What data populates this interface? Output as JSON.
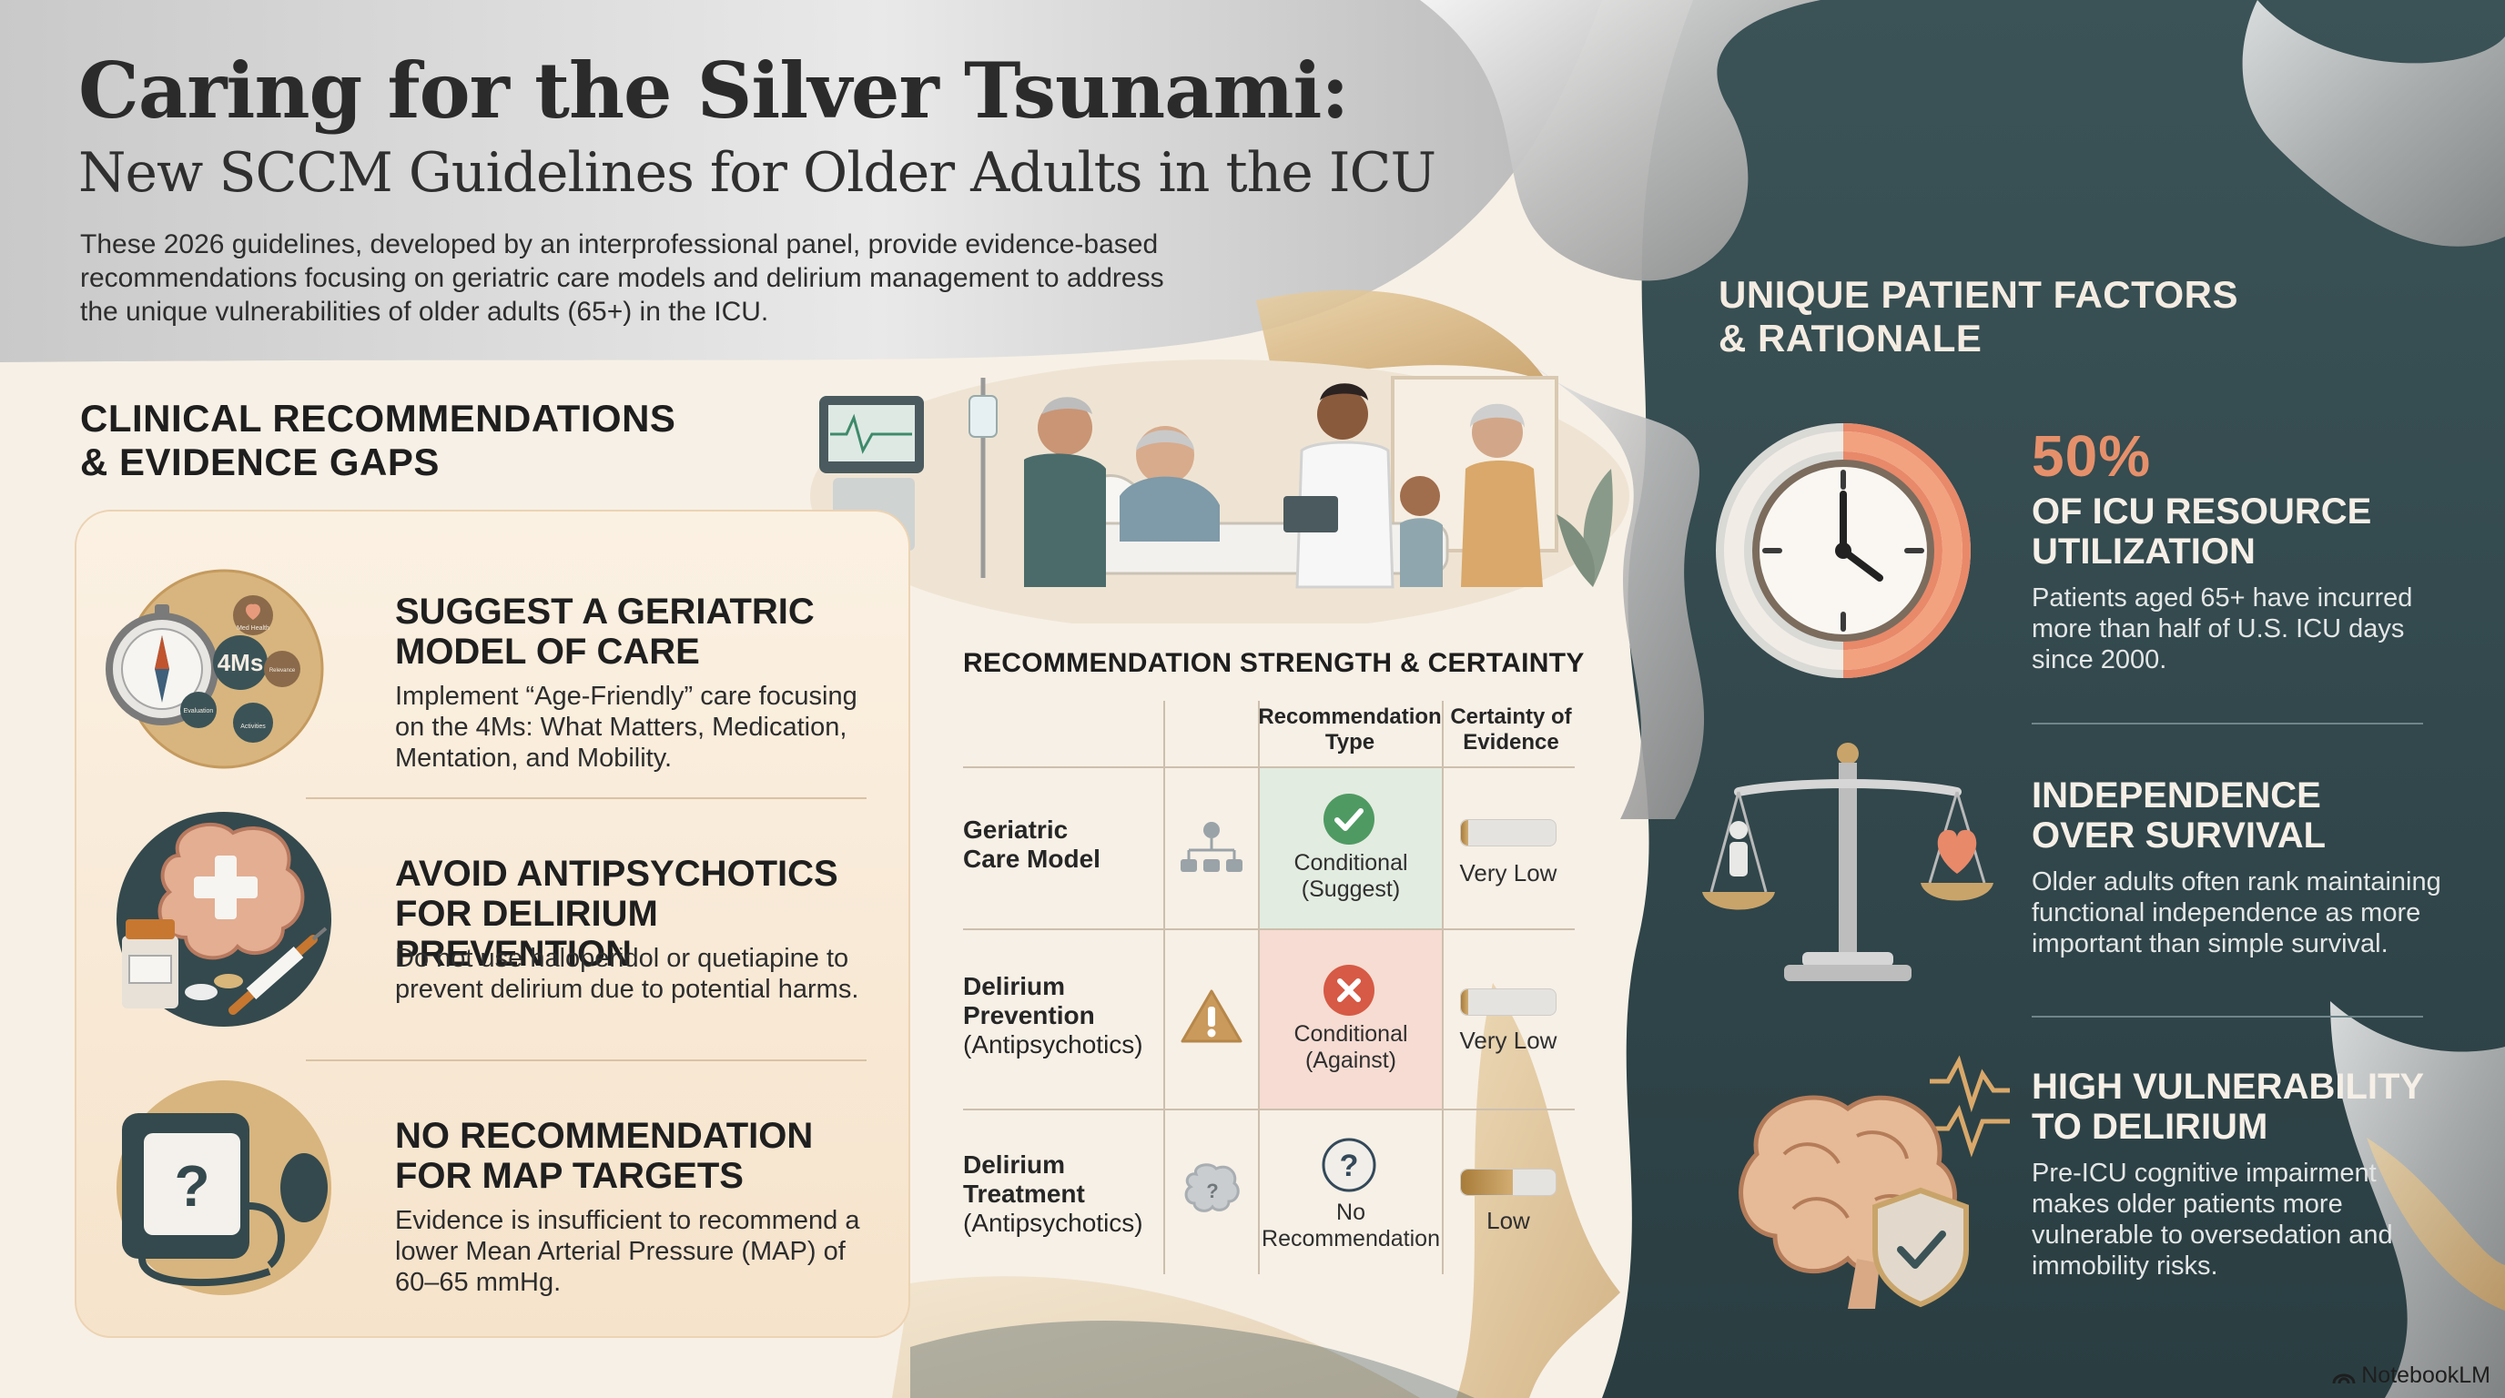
{
  "header": {
    "title": "Caring for the Silver Tsunami:",
    "subtitle": "New SCCM Guidelines for Older Adults in the ICU",
    "intro": "These 2026 guidelines, developed by an interprofessional panel, provide evidence-based recommendations focusing on geriatric care models and delirium management to address the unique vulnerabilities of older adults (65+) in the ICU."
  },
  "left_section": {
    "heading_line1": "CLINICAL RECOMMENDATIONS",
    "heading_line2": "& EVIDENCE GAPS",
    "recommendations": [
      {
        "icon": "compass-4ms-icon",
        "title_line1": "SUGGEST A GERIATRIC",
        "title_line2": "MODEL OF CARE",
        "desc": "Implement “Age-Friendly” care focusing on the 4Ms: What Matters, Medication, Mentation, and Mobility.",
        "icon_center": "4Ms",
        "icon_labels": [
          "Med Health",
          "Evaluation",
          "Relevance",
          "Activities"
        ]
      },
      {
        "icon": "brain-medication-icon",
        "title_line1": "AVOID ANTIPSYCHOTICS",
        "title_line2": "FOR DELIRIUM PREVENTION",
        "desc": "Do not use haloperidol or quetiapine to prevent delirium due to potential harms."
      },
      {
        "icon": "blood-pressure-monitor-icon",
        "title_line1": "NO RECOMMENDATION",
        "title_line2": "FOR MAP TARGETS",
        "desc": "Evidence is insufficient to recommend a lower Mean Arterial Pressure (MAP) of 60–65 mmHg."
      }
    ]
  },
  "table": {
    "heading": "RECOMMENDATION STRENGTH & CERTAINTY",
    "col_type": "Recommendation Type",
    "col_type_l1": "Recommendation",
    "col_type_l2": "Type",
    "col_cert_l1": "Certainty of",
    "col_cert_l2": "Evidence",
    "rows": [
      {
        "label_bold_1": "Geriatric",
        "label_bold_2": "Care Model",
        "label_sub": "",
        "icon": "hierarchy-icon",
        "type_icon": "check-circle-icon",
        "type_l1": "Conditional",
        "type_l2": "(Suggest)",
        "type_color": "#4f9a63",
        "cell_bg": "#e3ece0",
        "certainty": "Very Low",
        "certainty_level": 0.08
      },
      {
        "label_bold_1": "Delirium",
        "label_bold_2": "Prevention",
        "label_sub": "(Antipsychotics)",
        "icon": "warning-icon",
        "type_icon": "x-circle-icon",
        "type_l1": "Conditional",
        "type_l2": "(Against)",
        "type_color": "#d65a45",
        "cell_bg": "#f6dcd2",
        "certainty": "Very Low",
        "certainty_level": 0.08
      },
      {
        "label_bold_1": "Delirium",
        "label_bold_2": "Treatment",
        "label_sub": "(Antipsychotics)",
        "icon": "brain-question-icon",
        "type_icon": "question-circle-icon",
        "type_l1": "No",
        "type_l2": "Recommendation",
        "type_color": "#33495a",
        "cell_bg": "transparent",
        "certainty": "Low",
        "certainty_level": 0.55
      }
    ]
  },
  "right_section": {
    "heading_line1": "UNIQUE PATIENT FACTORS",
    "heading_line2": "& RATIONALE",
    "facts": [
      {
        "icon": "clock-icon",
        "stat": "50%",
        "title_line1": "OF ICU RESOURCE",
        "title_line2": "UTILIZATION",
        "desc": "Patients aged 65+ have incurred more than half of U.S. ICU days since 2000."
      },
      {
        "icon": "balance-scale-icon",
        "stat": "",
        "title_line1": "INDEPENDENCE",
        "title_line2": "OVER SURVIVAL",
        "desc": "Older adults often rank maintaining functional independence as more important than simple survival."
      },
      {
        "icon": "brain-shield-icon",
        "stat": "",
        "title_line1": "HIGH VULNERABILITY",
        "title_line2": "TO DELIRIUM",
        "desc": "Pre-ICU cognitive impairment makes older patients more vulnerable to oversedation and immobility risks."
      }
    ]
  },
  "colors": {
    "dark_teal": "#2f4549",
    "cream": "#f6efe6",
    "gold": "#c9a46a",
    "accent_orange": "#e6906b"
  },
  "brand": "NotebookLM"
}
